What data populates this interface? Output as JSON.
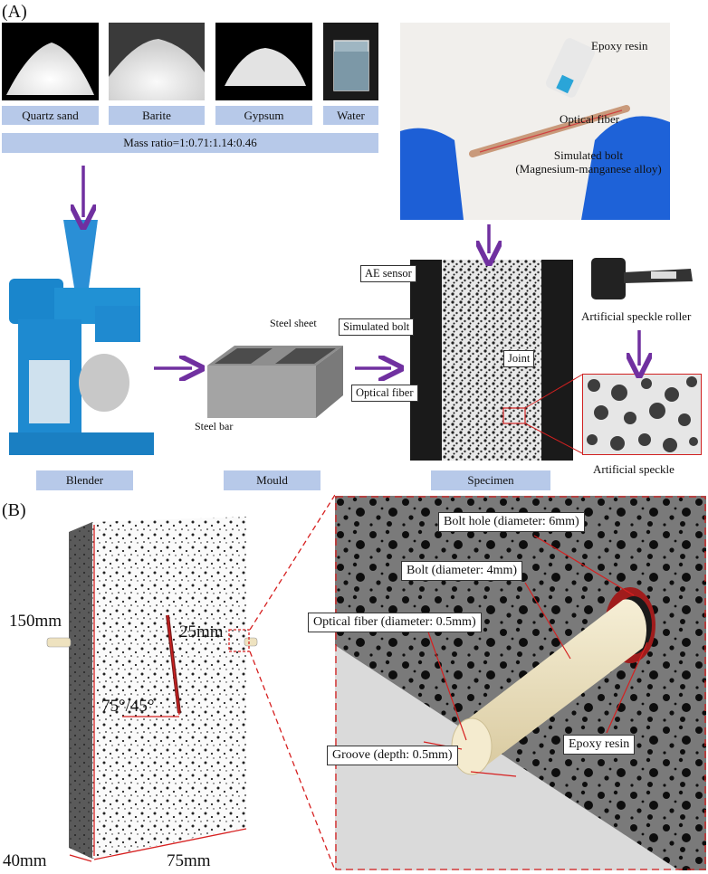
{
  "panels": {
    "a_label": "(A)",
    "b_label": "(B)"
  },
  "materials": {
    "items": [
      {
        "label": "Quartz sand"
      },
      {
        "label": "Barite"
      },
      {
        "label": "Gypsum"
      },
      {
        "label": "Water"
      }
    ],
    "mass_ratio": "Mass ratio=1:0.71:1.14:0.46"
  },
  "inset_photo": {
    "epoxy_resin": "Epoxy resin",
    "optical_fiber": "Optical fiber",
    "bolt_line1": "Simulated bolt",
    "bolt_line2": "(Magnesium-manganese alloy)"
  },
  "stages": {
    "blender": "Blender",
    "mould": "Mould",
    "specimen": "Specimen"
  },
  "mould_labels": {
    "steel_sheet": "Steel sheet",
    "steel_bar": "Steel bar"
  },
  "specimen_labels": {
    "ae_sensor": "AE sensor",
    "simulated_bolt": "Simulated bolt",
    "optical_fiber": "Optical fiber",
    "joint": "Joint"
  },
  "speckle": {
    "roller": "Artificial speckle roller",
    "pattern": "Artificial speckle"
  },
  "model": {
    "height": "150mm",
    "thickness": "40mm",
    "width": "75mm",
    "joint_length": "25mm",
    "joint_angle": "75°/45°"
  },
  "detail": {
    "bolt_hole": "Bolt hole (diameter: 6mm)",
    "bolt": "Bolt (diameter: 4mm)",
    "fiber": "Optical fiber (diameter: 0.5mm)",
    "groove": "Groove (depth: 0.5mm)",
    "epoxy": "Epoxy resin"
  },
  "colors": {
    "arrow": "#7030a0",
    "dimension": "#d62020",
    "label_box": "#b7c9e9",
    "blender": "#1f8fd0",
    "bolt": "#eee2bf",
    "epoxy_ring": "#a01c1c"
  }
}
